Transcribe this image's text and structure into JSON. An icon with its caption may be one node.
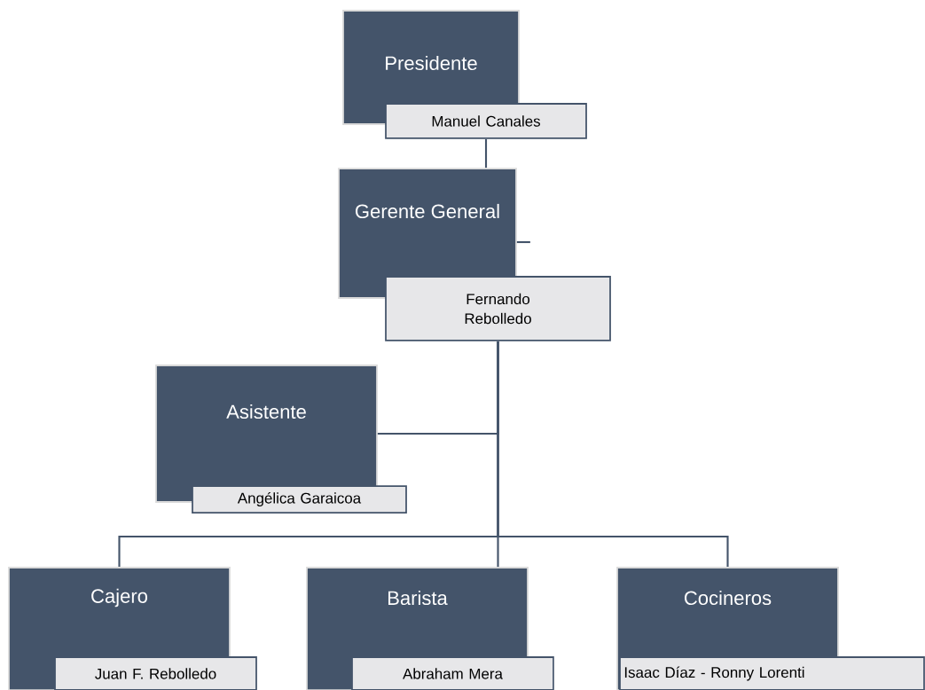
{
  "diagram": {
    "nodes": [
      {
        "text": [
          "Presidente",
          "Manuel Canales"
        ]
      },
      {
        "text": [
          "Gerente General",
          "Fernando Rebolledo"
        ]
      },
      {
        "text": [
          "Asistente",
          "Angélica Garaicoa"
        ]
      },
      {
        "text": [
          "Cajero",
          "Juan F. Rebolledo"
        ]
      },
      {
        "text": [
          "Barista",
          "Abraham Mera"
        ]
      },
      {
        "text": [
          "Cocineros",
          "Isaac Díaz - Ronny Lorenti"
        ]
      }
    ],
    "edges": [
      {
        "from": 0,
        "to": 1,
        "arrow": "none"
      },
      {
        "from": 1,
        "to": null,
        "arrow": "none"
      },
      {
        "from": 1,
        "to": 2,
        "arrow": "none"
      },
      {
        "from": 1,
        "to": 3,
        "arrow": "none"
      },
      {
        "from": 1,
        "to": 4,
        "arrow": "none"
      },
      {
        "from": 1,
        "to": 5,
        "arrow": "none"
      }
    ]
  }
}
